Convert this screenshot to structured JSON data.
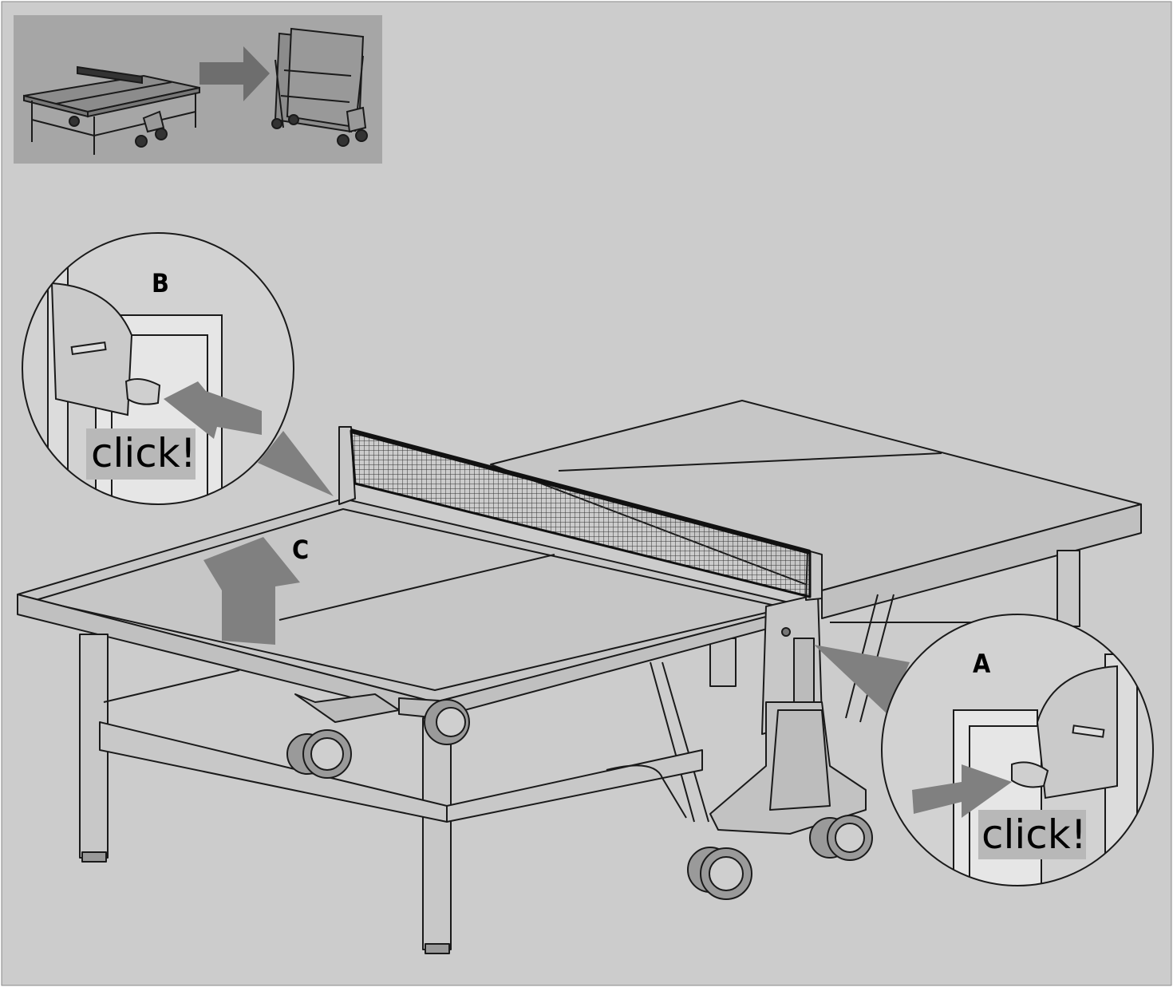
{
  "colors": {
    "background": "#cccccc",
    "inset_background": "#a6a6a6",
    "arrow": "#808080",
    "outline": "#1a1a1a",
    "tag_background": "#b8b8b8",
    "circle_fill": "#d2d2d2"
  },
  "labels": {
    "a": "A",
    "b": "B",
    "c": "C"
  },
  "callouts": {
    "a_text": "click!",
    "b_text": "click!"
  }
}
